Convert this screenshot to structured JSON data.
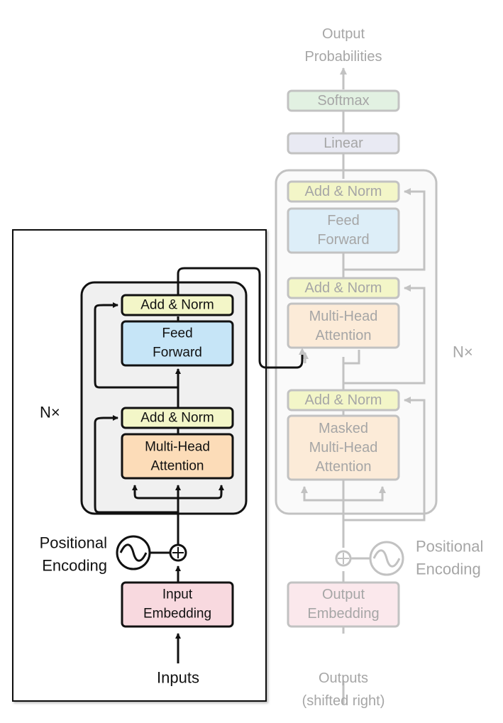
{
  "encoder": {
    "n_label": "N×",
    "add_norm_top": "Add & Norm",
    "feed_forward": [
      "Feed",
      "Forward"
    ],
    "add_norm_bottom": "Add & Norm",
    "attention": [
      "Multi-Head",
      "Attention"
    ],
    "positional_encoding": [
      "Positional",
      "Encoding"
    ],
    "input_embedding": [
      "Input",
      "Embedding"
    ],
    "inputs": "Inputs"
  },
  "decoder": {
    "output_probabilities": [
      "Output",
      "Probabilities"
    ],
    "softmax": "Softmax",
    "linear": "Linear",
    "add_norm_top": "Add & Norm",
    "feed_forward": [
      "Feed",
      "Forward"
    ],
    "add_norm_middle": "Add & Norm",
    "attention": [
      "Multi-Head",
      "Attention"
    ],
    "add_norm_bottom": "Add & Norm",
    "masked_attention": [
      "Masked",
      "Multi-Head",
      "Attention"
    ],
    "n_label": "N×",
    "positional_encoding": [
      "Positional",
      "Encoding"
    ],
    "output_embedding": [
      "Output",
      "Embedding"
    ],
    "outputs": [
      "Outputs",
      "(shifted right)"
    ]
  },
  "colors": {
    "add_norm": "#f3f6c8",
    "feed_forward": "#c6e5f7",
    "attention": "#fcdcb8",
    "embedding": "#f8d9df",
    "stack_bg": "#f0f0f0",
    "softmax": "#e2f1e2",
    "linear": "#e9eaf3",
    "faded_stroke": "#c2c2c2",
    "faded_text": "#a6a6a6"
  }
}
